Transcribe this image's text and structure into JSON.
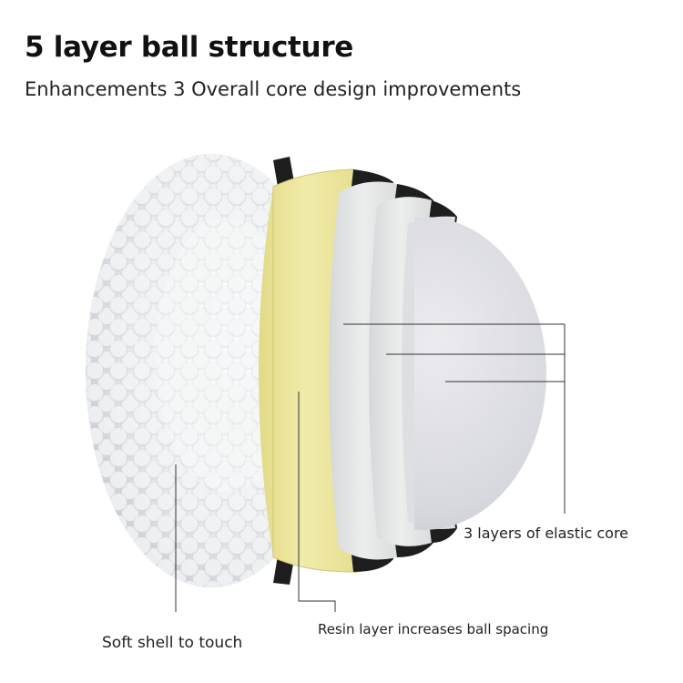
{
  "header": {
    "title": "5 layer ball structure",
    "subtitle": "Enhancements 3 Overall core design improvements"
  },
  "diagram": {
    "object": "golf-ball-cutaway",
    "layer_count": 5,
    "colors": {
      "shell": "#f1f2f4",
      "dimple_shadow": "#c9ccd2",
      "resin_layer": "#ece59a",
      "mantle_outer": "#e6e8e8",
      "mantle_inner": "#dcdedf",
      "core": "#d7d8de",
      "gap": "#1e1e1e",
      "leader_line": "#333333"
    },
    "labels": {
      "shell": "Soft shell to touch",
      "resin": "Resin layer increases ball spacing",
      "core": "3 layers of elastic core"
    }
  }
}
